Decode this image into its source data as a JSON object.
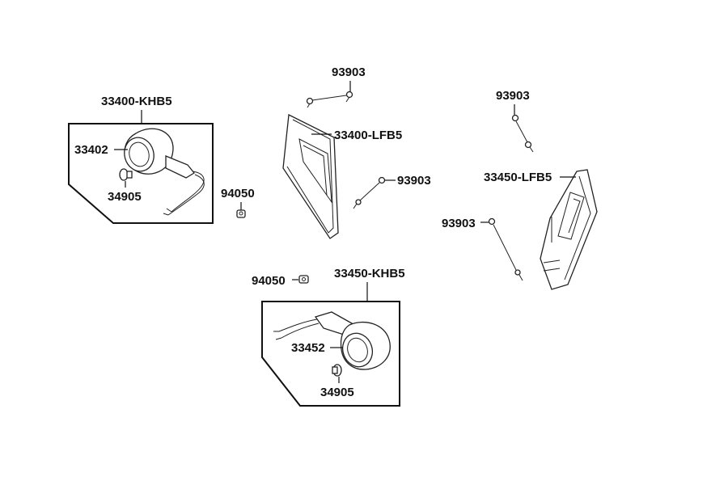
{
  "labels": {
    "left_assembly": "33400-KHB5",
    "left_lens": "33402",
    "left_bulb": "34905",
    "left_nut": "94050",
    "left_bracket": "33400-LFB5",
    "top_screw": "93903",
    "left_bracket_screw": "93903",
    "right_top_screw": "93903",
    "right_bracket": "33450-LFB5",
    "right_screw": "93903",
    "right_nut": "94050",
    "right_assembly": "33450-KHB5",
    "right_lens": "33452",
    "right_bulb": "34905"
  },
  "colors": {
    "line": "#111111",
    "background": "#ffffff"
  }
}
